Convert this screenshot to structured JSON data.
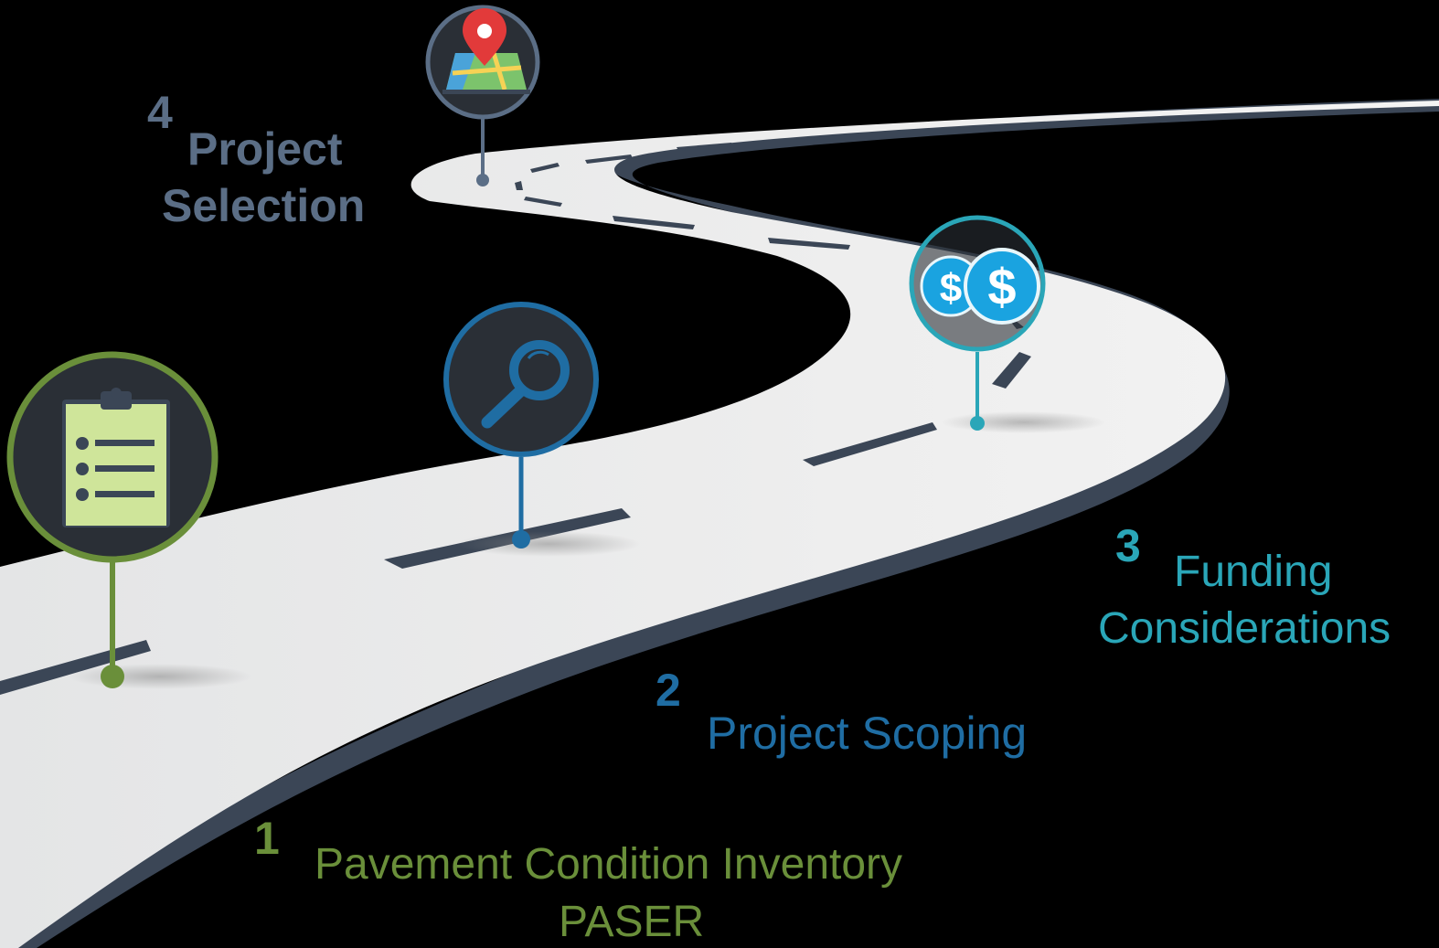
{
  "steps": [
    {
      "number": "1",
      "title": "Pavement Condition Inventory",
      "subtitle": "PASER",
      "color": "#6a8f3a",
      "icon": "clipboard-icon"
    },
    {
      "number": "2",
      "title": "Project Scoping",
      "color": "#1f6da3",
      "icon": "magnifier-icon"
    },
    {
      "number": "3",
      "title_line1": "Funding",
      "title_line2": "Considerations",
      "color": "#2aa6b8",
      "icon": "coins-dollar-icon"
    },
    {
      "number": "4",
      "title_line1": "Project",
      "title_line2": "Selection",
      "color": "#5b6e86",
      "icon": "map-pin-icon"
    }
  ]
}
